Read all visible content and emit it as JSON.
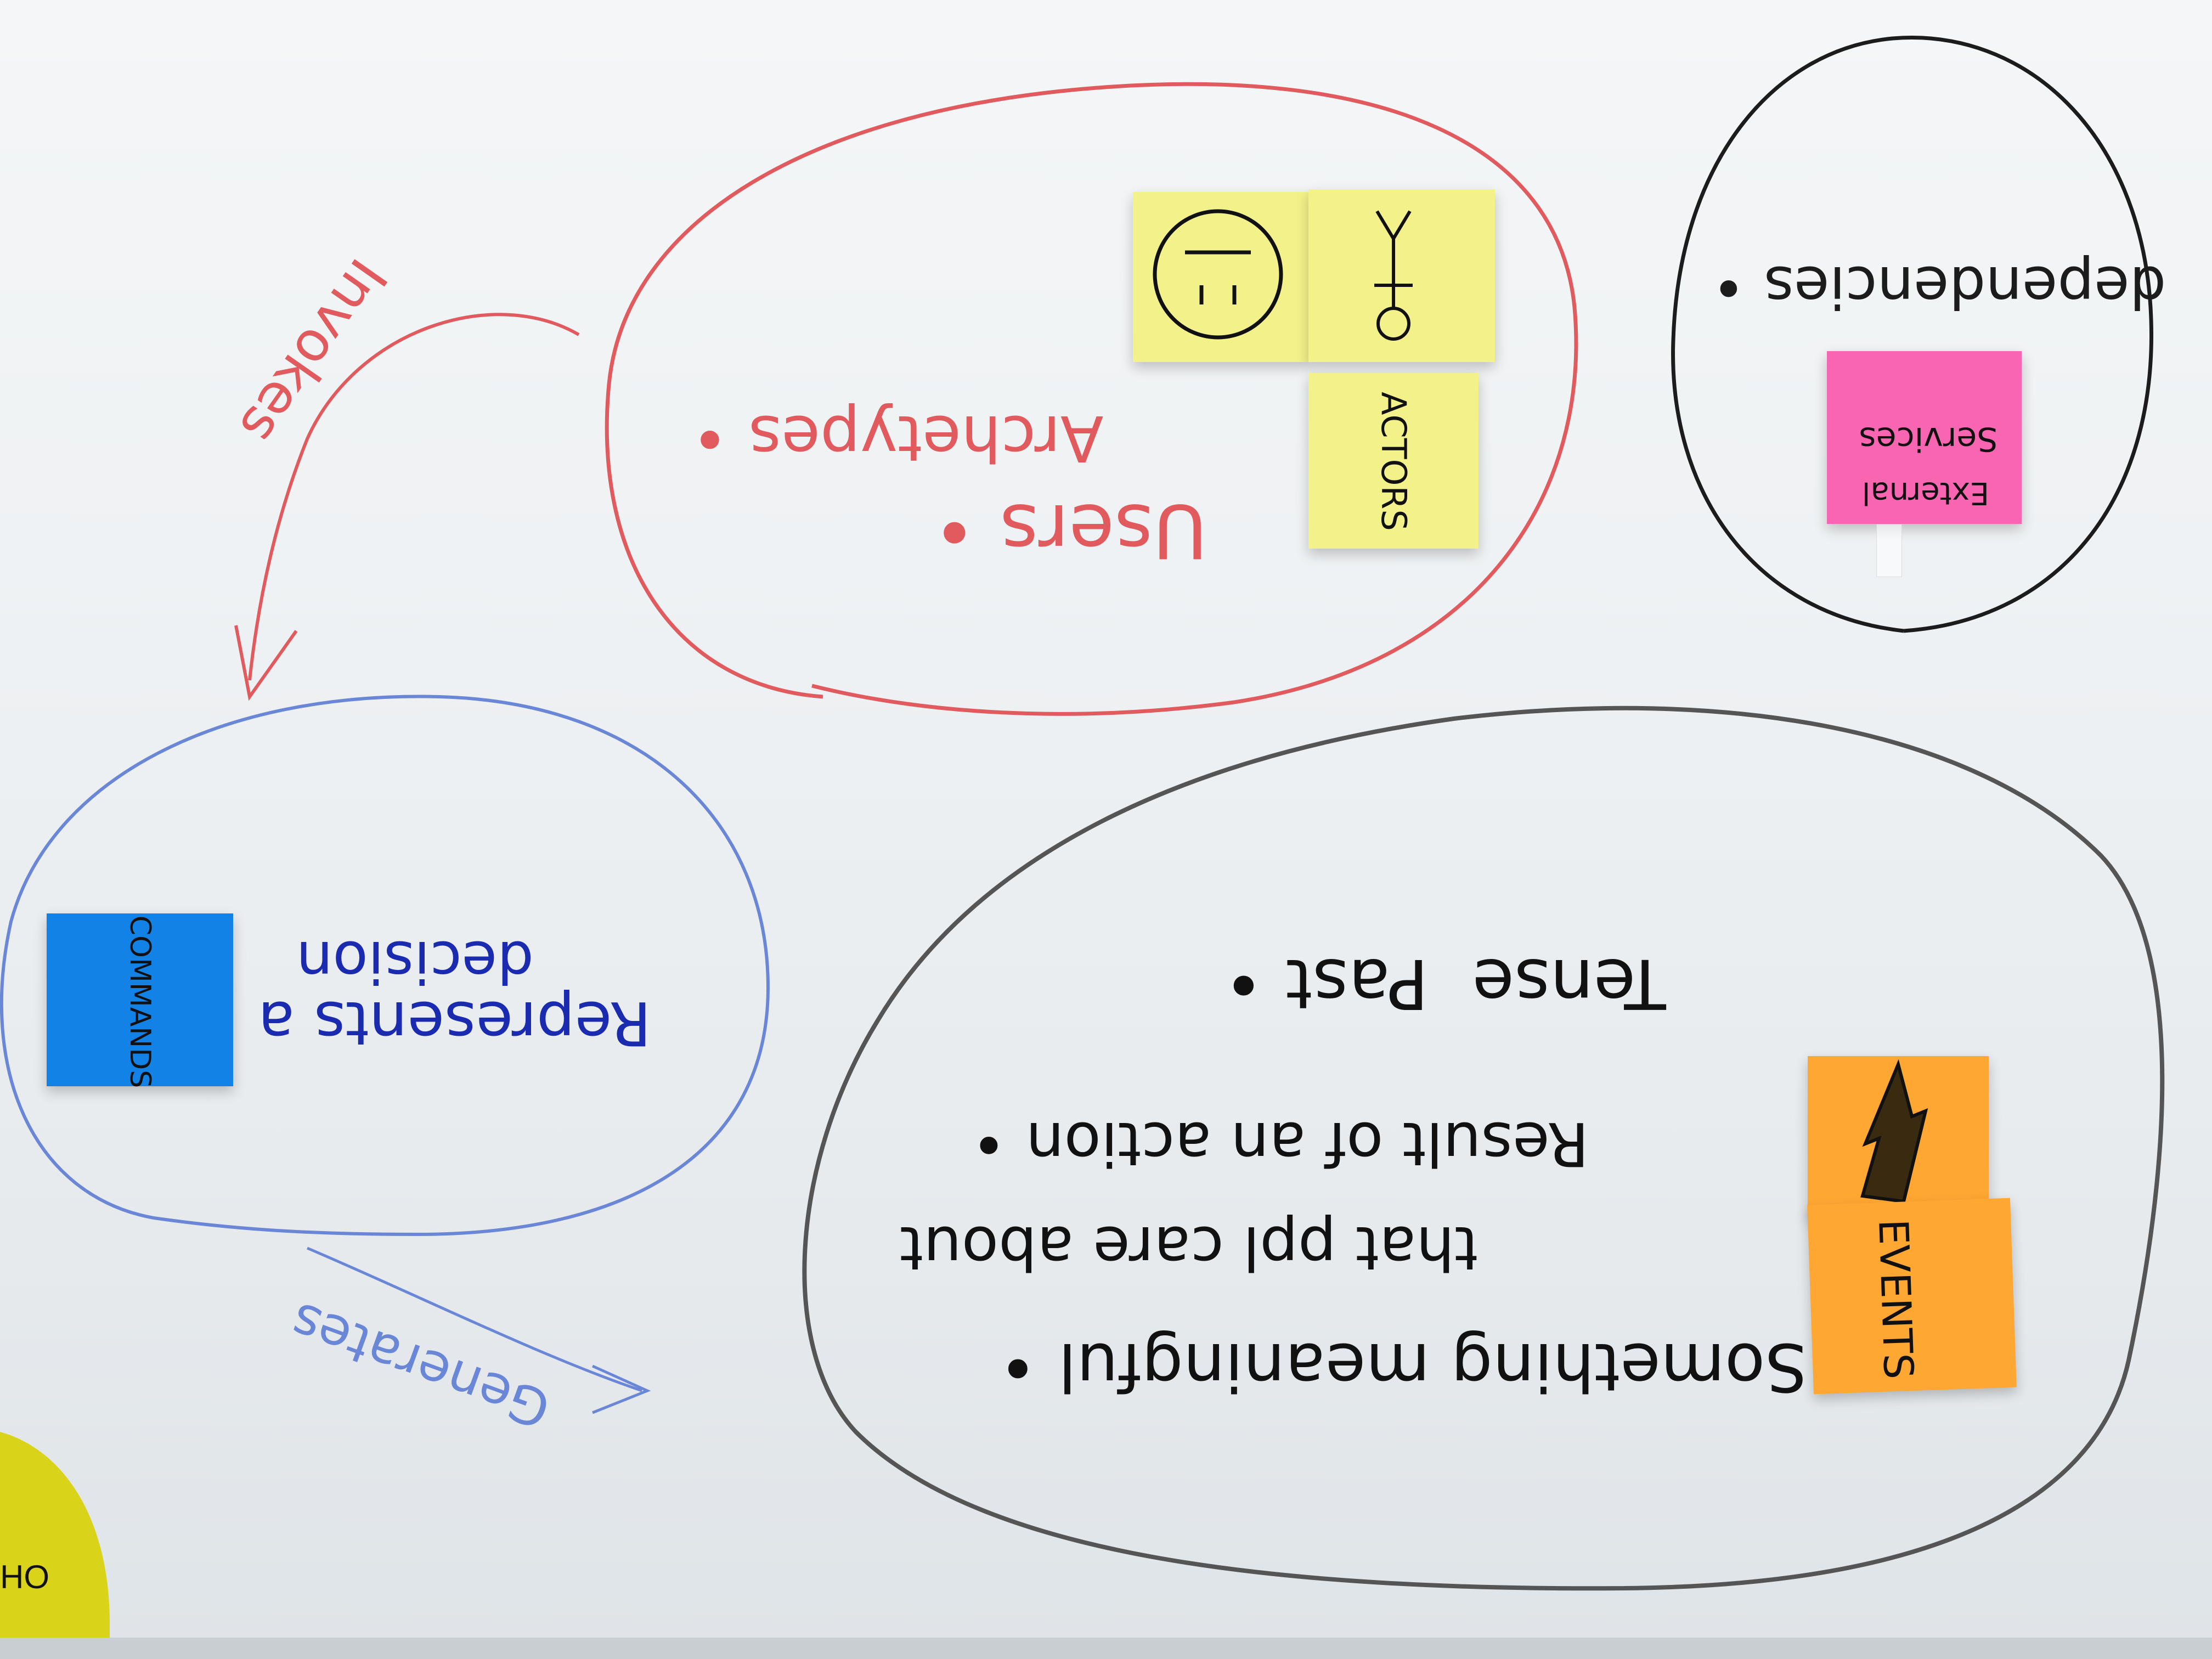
{
  "colors": {
    "red_marker": "#e05a5e",
    "blue_marker": "#6a86d6",
    "black_marker": "#1c1c1c",
    "grey_marker": "#555555",
    "yellow_sticky": "#f3f28a",
    "pink_sticky": "#f865b0",
    "orange_sticky": "#ffa733",
    "blue_sticky": "#1282e6",
    "yellow_disc": "#d9d31a"
  },
  "orientation": "upside-down",
  "red_circle": {
    "bullet_1": "Users",
    "bullet_2": "Archetypes"
  },
  "red_arrow": {
    "label": "Invokes"
  },
  "black_circle": {
    "bullet": "dependencies"
  },
  "blue_circle": {
    "text_line_1": "Represents a",
    "text_line_2": "decision"
  },
  "blue_arrow": {
    "label": "Generates"
  },
  "grey_circle": {
    "bullet_1": "Past",
    "bullet_1b": "Tense",
    "bullet_2": "Result of an action",
    "bullet_3_line_1": "Something meaningful",
    "bullet_3_line_2": "that ppl care about"
  },
  "stickies": {
    "actors": "ACTORS",
    "external_line_1": "External",
    "external_line_2": "Services",
    "events": "EVENTS",
    "commands": "COMMANDS"
  },
  "icons": {
    "actor": "stick-figure-icon",
    "face": "face-icon",
    "event": "lightning-bolt-icon"
  },
  "corner_disc": {
    "text": "HO"
  }
}
